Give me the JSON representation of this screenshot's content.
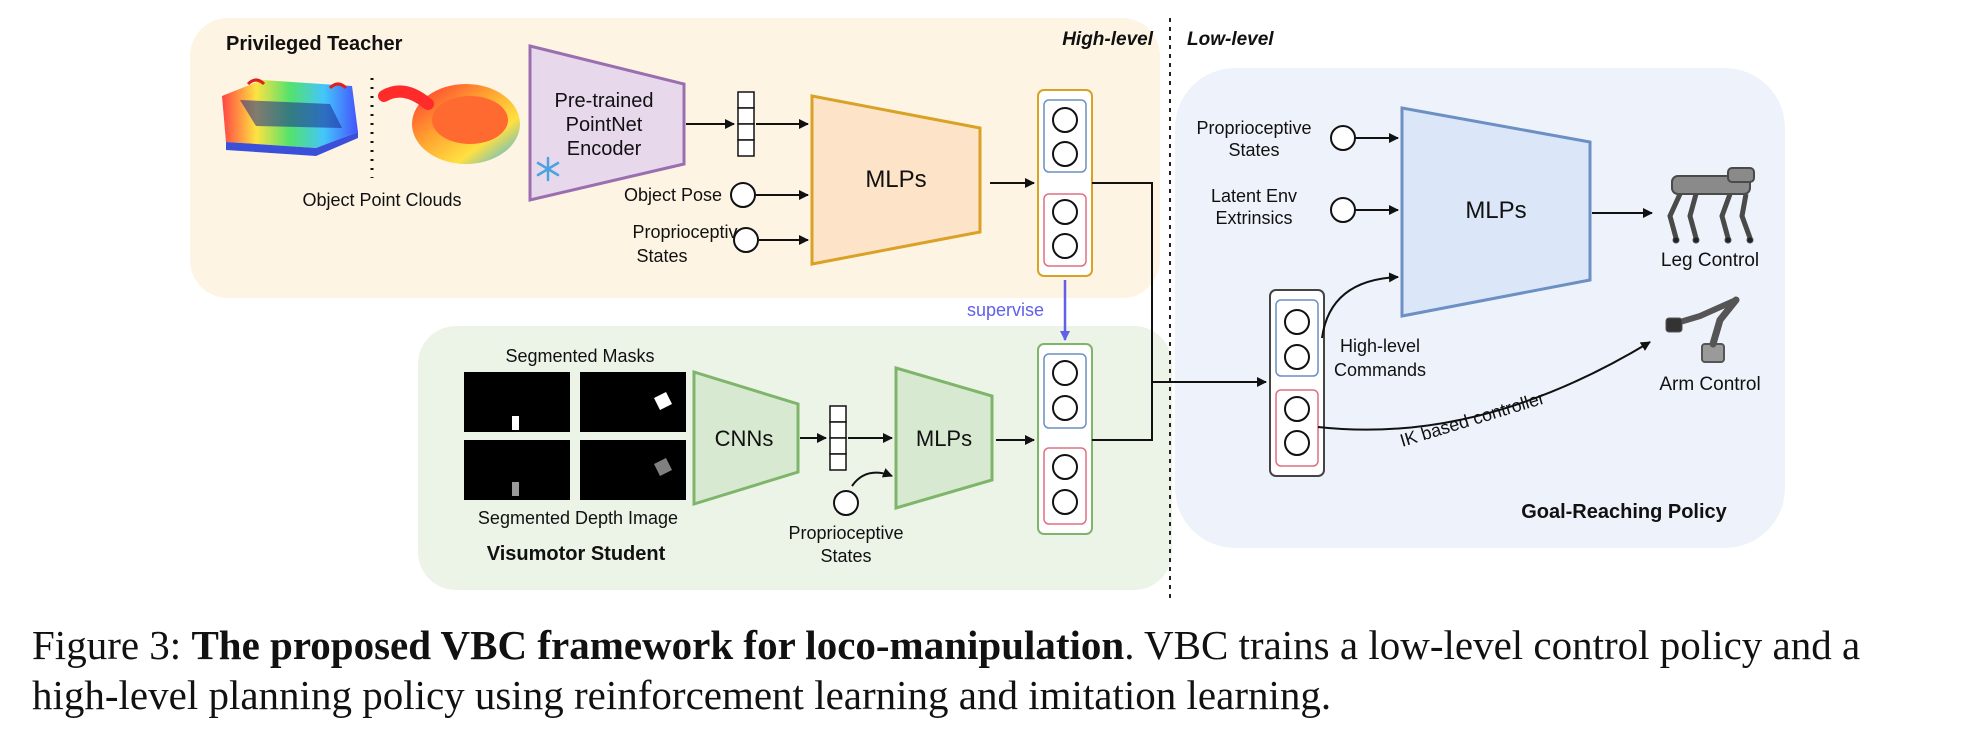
{
  "sections": {
    "teacher": "Privileged Teacher",
    "student": "Visumotor Student",
    "policy": "Goal-Reaching Policy",
    "high_level": "High-level",
    "low_level": "Low-level"
  },
  "teacher": {
    "point_clouds": "Object Point Clouds",
    "encoder": [
      "Pre-trained",
      "PointNet",
      "Encoder"
    ],
    "object_pose": "Object Pose",
    "proprio": [
      "Proprioceptive",
      "States"
    ],
    "mlps": "MLPs"
  },
  "arrow_label": "supervise",
  "student": {
    "masks": "Segmented Masks",
    "depth": "Segmented Depth Image",
    "cnns": "CNNs",
    "mlps": "MLPs",
    "proprio": [
      "Proprioceptive",
      "States"
    ]
  },
  "policy": {
    "proprio": [
      "Proprioceptive",
      "States"
    ],
    "latent": [
      "Latent Env",
      "Extrinsics"
    ],
    "mlps": "MLPs",
    "commands": [
      "High-level",
      "Commands"
    ],
    "leg": "Leg Control",
    "arm": "Arm Control",
    "ik": "IK based controller"
  },
  "caption": {
    "prefix": "Figure 3: ",
    "bold": "The proposed VBC framework for loco-manipulation",
    "rest": ". VBC trains a low-level control policy and a high-level planning policy using reinforcement learning and imitation learning."
  },
  "colors": {
    "teacher_bg": "#fdf4e3",
    "student_bg": "#ecf3e7",
    "policy_bg": "#eef3fb",
    "encoder_fill": "#e7d8ec",
    "encoder_stroke": "#9a6fb0",
    "teacher_mlp_fill": "#fde3c7",
    "teacher_mlp_stroke": "#d9a227",
    "student_fill": "#d8e9d1",
    "student_stroke": "#7fb56a",
    "policy_mlp_fill": "#dbe7f8",
    "policy_mlp_stroke": "#6c8fc4",
    "supervise": "#6060e8",
    "snowflake": "#4aa3df"
  }
}
